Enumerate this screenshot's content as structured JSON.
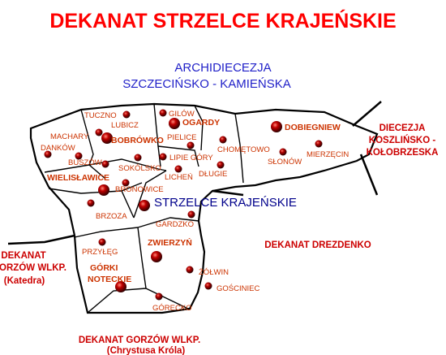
{
  "title": "DEKANAT  STRZELCE KRAJEŃSKIE",
  "archdiocese": {
    "line1": "ARCHIDIECEZJA",
    "line2": "SZCZECIŃSKO - KAMIEŃSKA"
  },
  "diocese_east": {
    "line1": "DIECEZJA",
    "line2": "KOSZLIŃSKO -",
    "line3": "KOŁOBRZESKA"
  },
  "dekanat_west": {
    "line1": "DEKANAT",
    "line2": "GORZÓW WLKP.",
    "line3": "(Katedra)"
  },
  "dekanat_south": {
    "line1": "DEKANAT GORZÓW WLKP.",
    "line2": "(Chrystusa Króla)"
  },
  "dekanat_east": "DEKANAT DREZDENKO",
  "center_town": "STRZELCE KRAJEŃSKIE",
  "places": {
    "tuczno": "TUCZNO",
    "lubicz": "LUBICZ",
    "machary": "MACHARY",
    "dankow": "DANKÓW",
    "bobrowko": "BOBRÓWKO",
    "buszow": "BUSZÓW",
    "sokolsko": "SOKÓLSKO",
    "wielislawice": "WIELISŁAWICE",
    "bronowice": "BRONOWICE",
    "brzoza": "BRZOZA",
    "gilow": "GILÓW",
    "ogardy": "OGARDY",
    "pielice": "PIELICE",
    "lipie_gory": "LIPIE GÓRY",
    "lichen": "LICHEŃ",
    "dlugie": "DŁUGIE",
    "chometowo": "CHOMĘTOWO",
    "dobiegniew": "DOBIEGNIEW",
    "slonow": "SŁONÓW",
    "mierzecin": "MIERZĘCIN",
    "gardzko": "GARDZKO",
    "przyleg": "PRZYŁĘG",
    "zwierzyn": "ZWIERZYŃ",
    "gorki_noteckie_1": "GÓRKI",
    "gorki_noteckie_2": "NOTECKIE",
    "zolwin": "ŻÓŁWIN",
    "gosciniec": "GOŚCINIEC",
    "gorecko": "GÓRECKO"
  },
  "colors": {
    "title": "#ff0000",
    "archdiocese": "#1f1fc8",
    "external_labels": "#cc0000",
    "parish_labels": "#cc3300",
    "center_town": "#00008b",
    "borders": "#000000",
    "marker": "#cc0000"
  }
}
